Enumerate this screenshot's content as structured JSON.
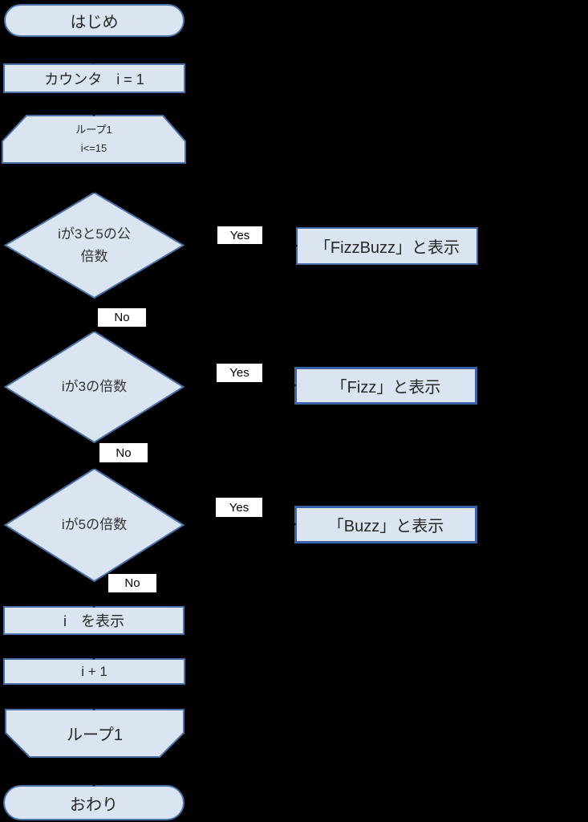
{
  "colors": {
    "background": "#000000",
    "shape_fill": "#dbe5f1",
    "shape_border": "#4a72a8",
    "thick_border": "#3c63a8",
    "branch_label_bg": "#ffffff",
    "text": "#262626"
  },
  "nodes": {
    "start": {
      "label": "はじめ"
    },
    "counter_init": {
      "label": "カウンタ　i = 1"
    },
    "loop_start": {
      "name": "ループ1",
      "condition": "i<=15"
    },
    "decision_fizzbuzz": {
      "line1": "iが3と5の公",
      "line2": "倍数"
    },
    "output_fizzbuzz": {
      "label": "「FizzBuzz」と表示"
    },
    "decision_fizz": {
      "label": "iが3の倍数"
    },
    "output_fizz": {
      "label": "「Fizz」と表示"
    },
    "decision_buzz": {
      "label": "iが5の倍数"
    },
    "output_buzz": {
      "label": "「Buzz」と表示"
    },
    "display_i": {
      "label": "i　を表示"
    },
    "increment": {
      "label": "i + 1"
    },
    "loop_end": {
      "name": "ループ1"
    },
    "end": {
      "label": "おわり"
    }
  },
  "branch_labels": {
    "yes": "Yes",
    "no": "No"
  }
}
